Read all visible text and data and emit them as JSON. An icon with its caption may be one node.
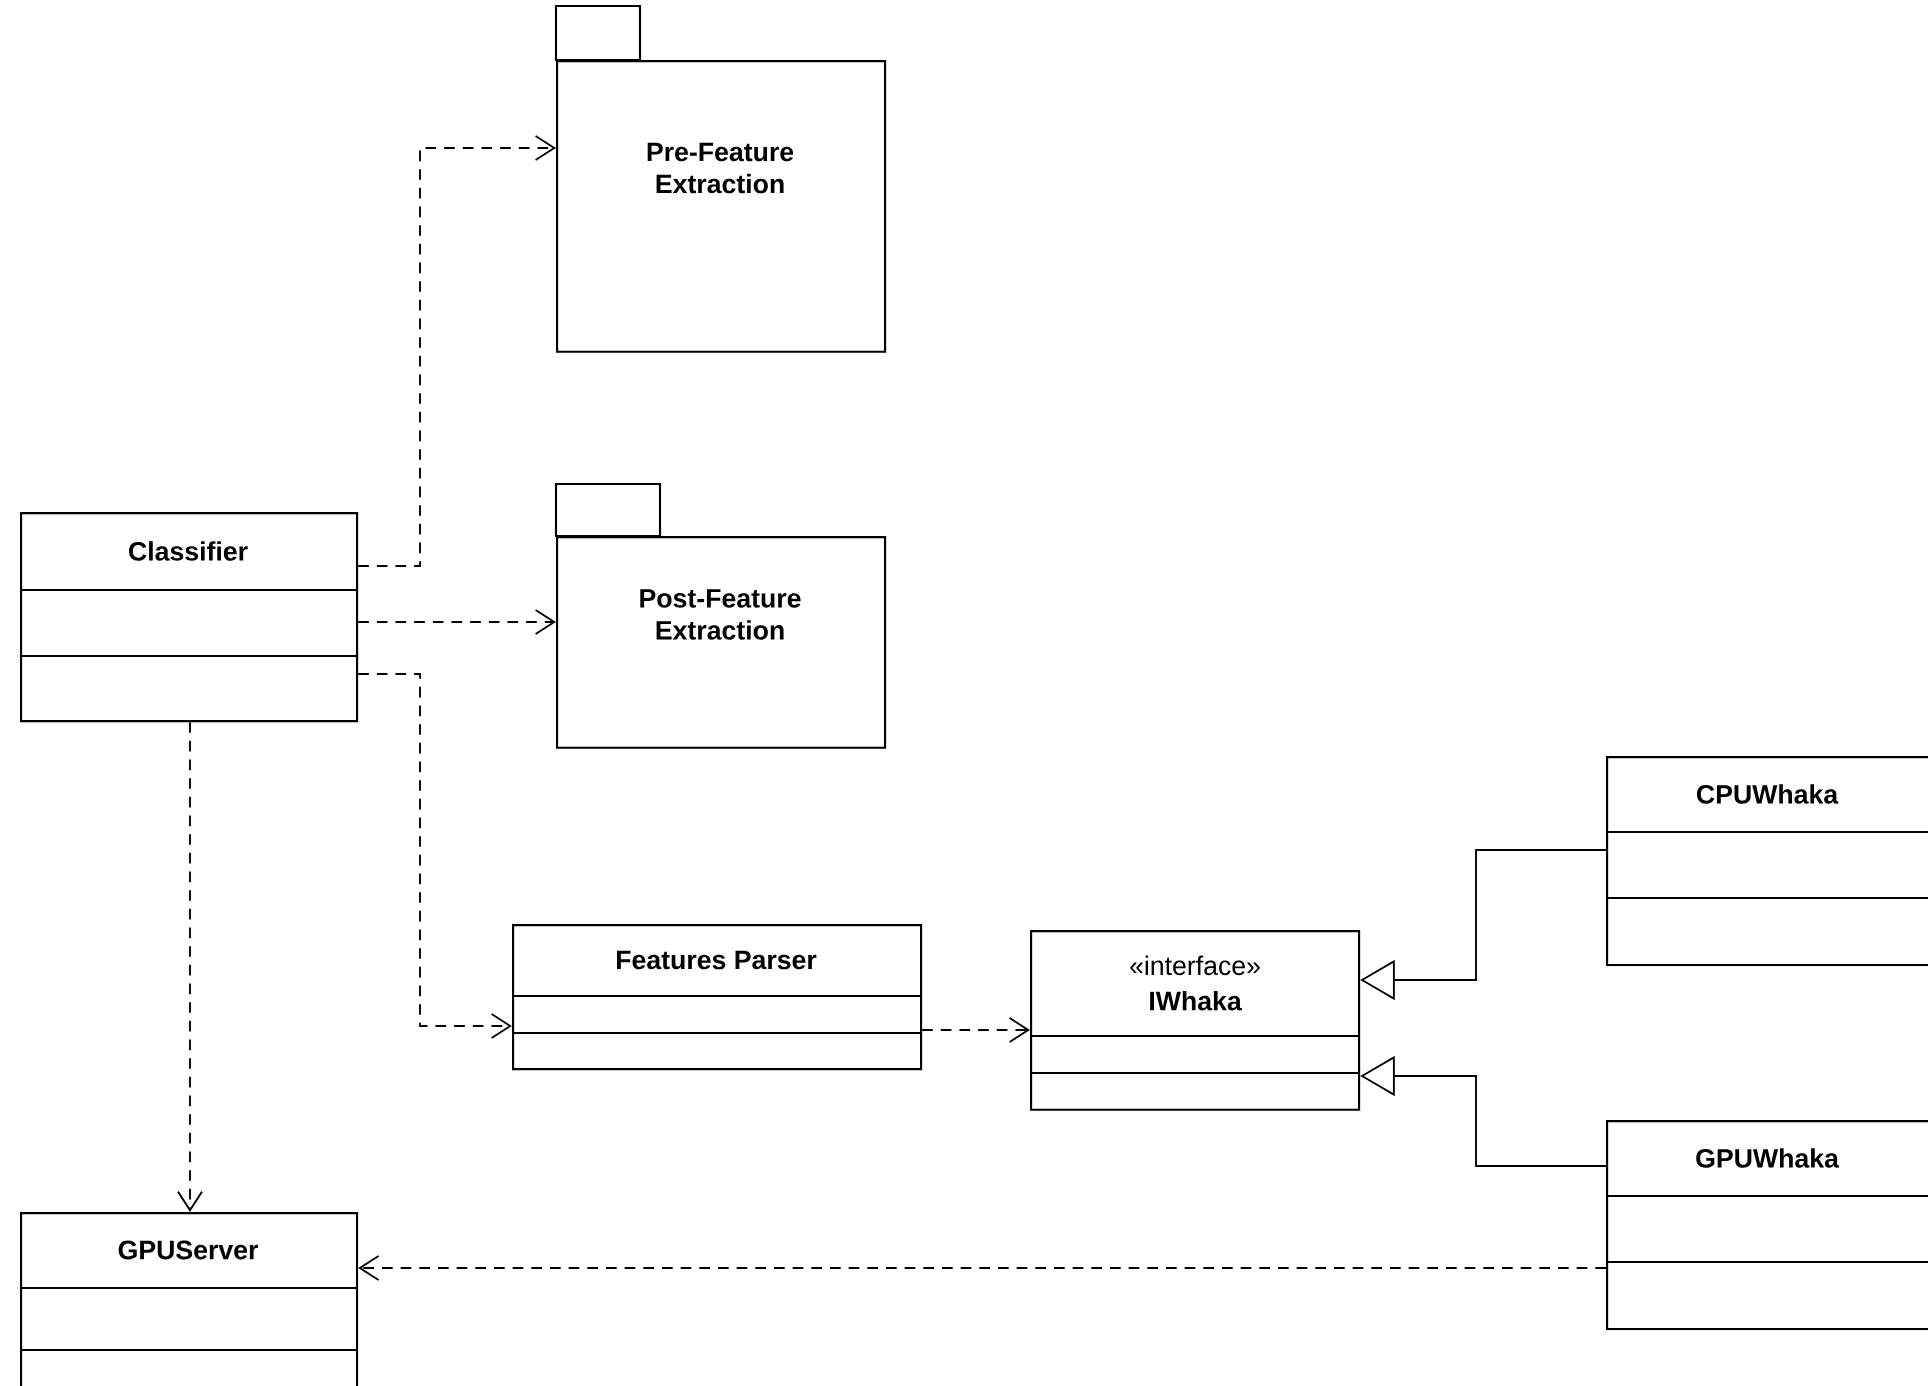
{
  "diagram": {
    "nodes": [
      {
        "text": [
          "Classifier"
        ]
      },
      {
        "text": [
          "Pre-Feature Extraction"
        ]
      },
      {
        "text": [
          "Post-Feature Extraction"
        ]
      },
      {
        "text": [
          "Features Parser"
        ]
      },
      {
        "text": [
          "«interface»",
          "IWhaka"
        ]
      },
      {
        "text": [
          "CPUWhaka"
        ]
      },
      {
        "text": [
          "GPUWhaka"
        ]
      },
      {
        "text": [
          "GPUServer"
        ]
      }
    ],
    "edges": [
      {
        "from": 0,
        "to": 1,
        "arrow": "to",
        "style": "dashed"
      },
      {
        "from": 0,
        "to": 2,
        "arrow": "to",
        "style": "dashed"
      },
      {
        "from": 0,
        "to": 3,
        "arrow": "to",
        "style": "dashed"
      },
      {
        "from": 0,
        "to": 7,
        "arrow": "to",
        "style": "dashed"
      },
      {
        "from": 3,
        "to": 4,
        "arrow": "to",
        "style": "dashed"
      },
      {
        "from": 5,
        "to": 4,
        "arrow": "to"
      },
      {
        "from": 6,
        "to": 4,
        "arrow": "to"
      },
      {
        "from": 6,
        "to": 7,
        "arrow": "to",
        "style": "dashed"
      }
    ]
  }
}
